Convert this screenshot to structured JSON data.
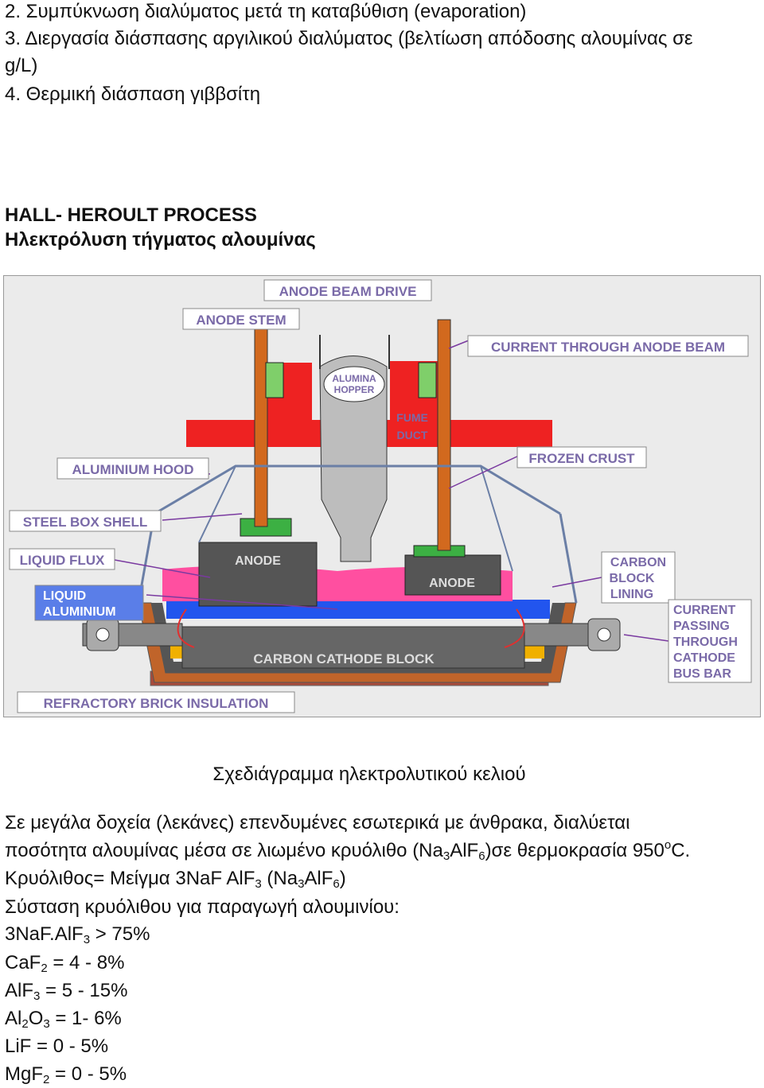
{
  "intro": {
    "line2": "2. Συμπύκνωση διαλύματος μετά τη καταβύθιση (evaporation)",
    "line3a": "3. Διεργασία διάσπασης αργιλικού διαλύματος (βελτίωση απόδοσης αλουμίνας σε",
    "line3b": "g/L)",
    "line4": "4. Θερμική διάσπαση γιββσίτη"
  },
  "heading": {
    "title": "HALL- HEROULT PROCESS",
    "subtitle": "Ηλεκτρόλυση τήγματος αλουμίνας"
  },
  "diagram": {
    "labels": {
      "anode_beam_drive": "ANODE BEAM DRIVE",
      "anode_stem": "ANODE STEM",
      "current_through_anode_beam": "CURRENT THROUGH ANODE BEAM",
      "alumina_hopper_1": "ALUMINA",
      "alumina_hopper_2": "HOPPER",
      "fume_1": "FUME",
      "fume_2": "DUCT",
      "aluminium_hood": "ALUMINIUM HOOD",
      "frozen_crust": "FROZEN CRUST",
      "steel_box_shell": "STEEL BOX SHELL",
      "liquid_flux": "LIQUID FLUX",
      "carbon_block_1": "CARBON",
      "carbon_block_2": "BLOCK",
      "carbon_block_3": "LINING",
      "anode_left": "ANODE",
      "anode_right": "ANODE",
      "liquid_aluminium_1": "LIQUID",
      "liquid_aluminium_2": "ALUMINIUM",
      "cathode_bus_1": "CURRENT",
      "cathode_bus_2": "PASSING",
      "cathode_bus_3": "THROUGH",
      "cathode_bus_4": "CATHODE",
      "cathode_bus_5": "BUS BAR",
      "carbon_cathode_block": "CARBON CATHODE BLOCK",
      "refractory": "REFRACTORY BRICK INSULATION"
    },
    "caption": "Σχεδιάγραμμα ηλεκτρολυτικού κελιού"
  },
  "body": {
    "p1": "Σε μεγάλα δοχεία (λεκάνες) επενδυμένες εσωτερικά με άνθρακα, διαλύεται",
    "p2_pre": "ποσότητα αλουμίνας μέσα σε λιωμένο κρυόλιθο (Na",
    "p2_s1": "3",
    "p2_mid": "AlF",
    "p2_s2": "6",
    "p2_post": ")σε θερμοκρασία 950",
    "p2_sup": "o",
    "p2_end": "C.",
    "p3_pre": "Κρυόλιθος= Μείγμα 3NaF AlF",
    "p3_s1": "3",
    "p3_mid": " (Na",
    "p3_s2": "3",
    "p3_mid2": "AlF",
    "p3_s3": "6",
    "p3_end": ")",
    "p4": "Σύσταση κρυόλιθου για παραγωγή αλουμινίου:"
  },
  "composition": {
    "c1_pre": "3NaF.AlF",
    "c1_sub": "3",
    "c1_post": " > 75%",
    "c2_pre": "CaF",
    "c2_sub": "2",
    "c2_post": " = 4 - 8%",
    "c3_pre": "AlF",
    "c3_sub": "3",
    "c3_post": " = 5 - 15%",
    "c4_pre": "Al",
    "c4_sub": "2",
    "c4_mid": "O",
    "c4_sub2": "3",
    "c4_post": " = 1- 6%",
    "c5": "LiF = 0 - 5%",
    "c6_pre": "MgF",
    "c6_sub": "2",
    "c6_post": " = 0 - 5%"
  },
  "colors": {
    "anode_stem": "#d2691e",
    "hood_red": "#ee2222",
    "bath_pink": "#ff4fa0",
    "flux_blue": "#2255ee",
    "aluminium_gold": "#f0b000",
    "steel_shell": "#c0642a",
    "grey_block": "#555555"
  }
}
